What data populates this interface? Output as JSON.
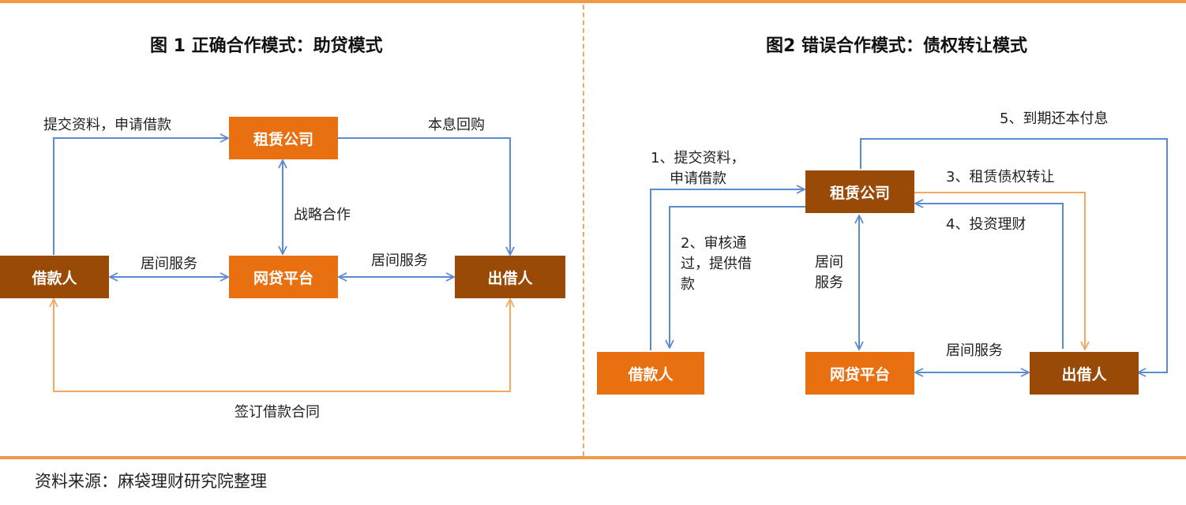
{
  "colors": {
    "accent_line": "#F19A4A",
    "box_orange": "#E87011",
    "box_brown": "#9A4A07",
    "arrow_blue": "#5B8BD0",
    "arrow_orange": "#F5A862"
  },
  "figure1": {
    "title": "图 1  正确合作模式：助贷模式",
    "nodes": {
      "leasing": "租赁公司",
      "borrower": "借款人",
      "platform": "网贷平台",
      "lender": "出借人"
    },
    "edges": {
      "submit": "提交资料，申请借款",
      "buyback": "本息回购",
      "strategic": "战略合作",
      "service_left": "居间服务",
      "service_right": "居间服务",
      "contract": "签订借款合同"
    }
  },
  "figure2": {
    "title": "图2   错误合作模式：债权转让模式",
    "nodes": {
      "leasing": "租赁公司",
      "borrower": "借款人",
      "platform": "网贷平台",
      "lender": "出借人"
    },
    "edges": {
      "step1_line1": "1、提交资料，",
      "step1_line2": "申请借款",
      "step2_line1": "2、审核通",
      "step2_line2": "过，提供借",
      "step2_line3": "款",
      "step3": "3、租赁债权转让",
      "step4": "4、投资理财",
      "step5": "5、到期还本付息",
      "service_v_line1": "居间",
      "service_v_line2": "服务",
      "service_h": "居间服务"
    }
  },
  "source": "资料来源：麻袋理财研究院整理"
}
